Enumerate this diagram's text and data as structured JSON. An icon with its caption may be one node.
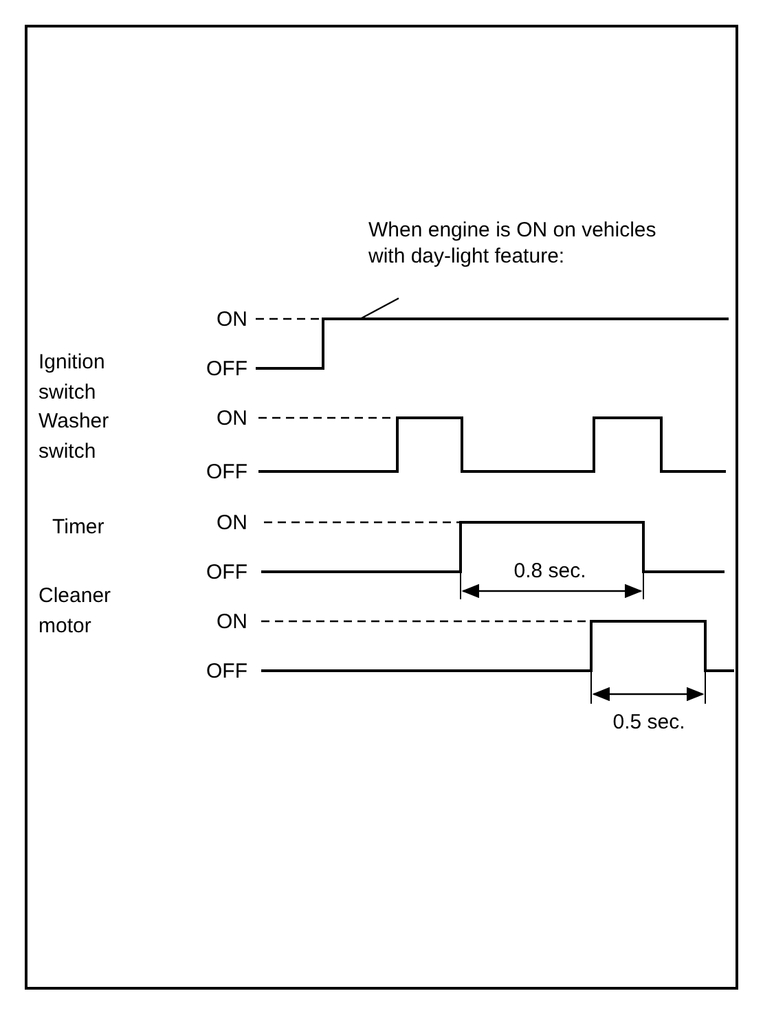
{
  "diagram": {
    "nodes": [
      {
        "text": [
          "When engine is ON on vehicles with day-light feature:"
        ]
      },
      {
        "text": [],
        "shape": "line"
      }
    ],
    "edges": [
      {
        "from": 0,
        "to": 1,
        "arrow": "none"
      }
    ],
    "labels": [
      "Ignition switch",
      "ON",
      "OFF",
      "Washer switch",
      "ON",
      "OFF",
      "Timer",
      "ON",
      "OFF",
      "Cleaner motor",
      "ON",
      "OFF",
      "0.8 sec.",
      "0.5 sec."
    ]
  }
}
